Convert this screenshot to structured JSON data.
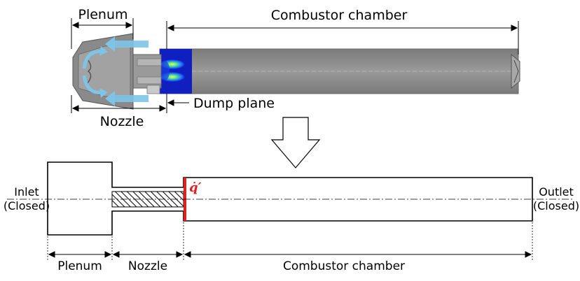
{
  "top_view": {
    "plenum": "Plenum",
    "combustor": "Combustor chamber",
    "nozzle": "Nozzle",
    "dump_plane": "Dump plane"
  },
  "bottom_view": {
    "inlet": "Inlet",
    "inlet_bc": "(Closed)",
    "outlet": "Outlet",
    "outlet_bc": "(Closed)",
    "heat_release": "q̇′",
    "plenum": "Plenum",
    "nozzle": "Nozzle",
    "combustor": "Combustor chamber"
  },
  "colors": {
    "flow_arrow": "#7ec4e6",
    "heat_release_plane": "#e02020",
    "chamber_gray": "#8c8c8c",
    "flame_blue": "#1020c0"
  }
}
